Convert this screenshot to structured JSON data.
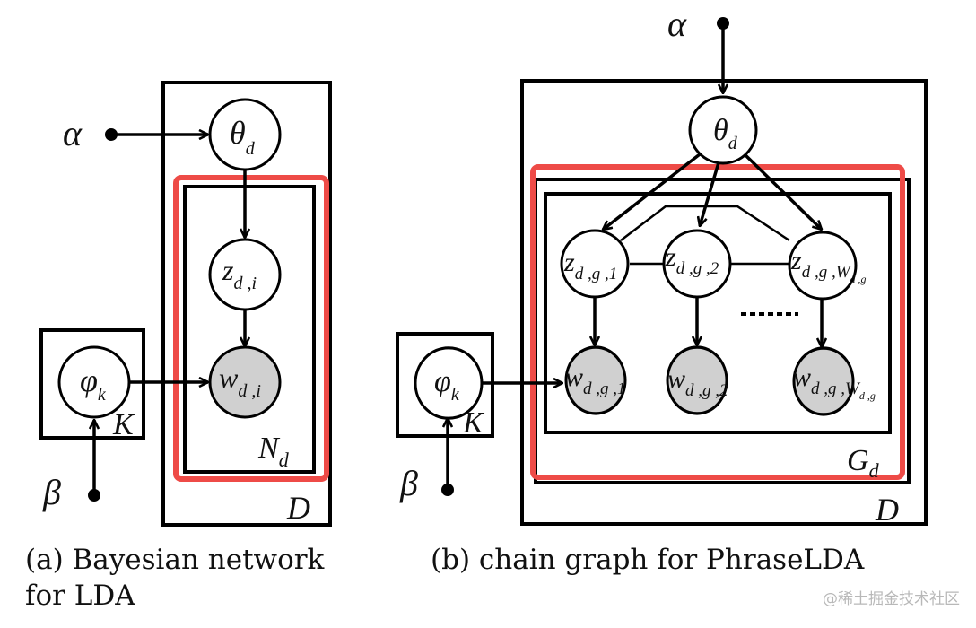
{
  "colors": {
    "stroke": "#000000",
    "highlight": "#ee4b47",
    "observed_fill": "#d0d0d0",
    "latent_fill": "#ffffff"
  },
  "panel_a": {
    "caption_line1": "(a) Bayesian network",
    "caption_line2": "for LDA",
    "nodes": {
      "alpha": "α",
      "beta": "β",
      "theta": {
        "main": "θ",
        "sub": "d"
      },
      "phi": {
        "main": "φ",
        "sub": "k"
      },
      "z": {
        "main": "z",
        "sub": "d ,i"
      },
      "w": {
        "main": "w",
        "sub": "d ,i"
      }
    },
    "plates": {
      "K": "K",
      "N": {
        "main": "N",
        "sub": "d"
      },
      "D": "D"
    }
  },
  "panel_b": {
    "caption": "(b) chain graph for PhraseLDA",
    "nodes": {
      "alpha": "α",
      "beta": "β",
      "theta": {
        "main": "θ",
        "sub": "d"
      },
      "phi": {
        "main": "φ",
        "sub": "k"
      },
      "z1": {
        "main": "z",
        "sub": "d ,g ,1"
      },
      "z2": {
        "main": "z",
        "sub": "d ,g ,2"
      },
      "zW": {
        "main": "z",
        "sub": "d ,g ,W",
        "subsub": "d ,g"
      },
      "w1": {
        "main": "w",
        "sub": "d ,g ,1"
      },
      "w2": {
        "main": "w",
        "sub": "d ,g ,2"
      },
      "wW": {
        "main": "w",
        "sub": "d ,g ,W",
        "subsub": "d ,g"
      },
      "ellipsis": "......."
    },
    "plates": {
      "K": "K",
      "G": {
        "main": "G",
        "sub": "d"
      },
      "D": "D"
    }
  },
  "watermark": "@稀土掘金技术社区"
}
